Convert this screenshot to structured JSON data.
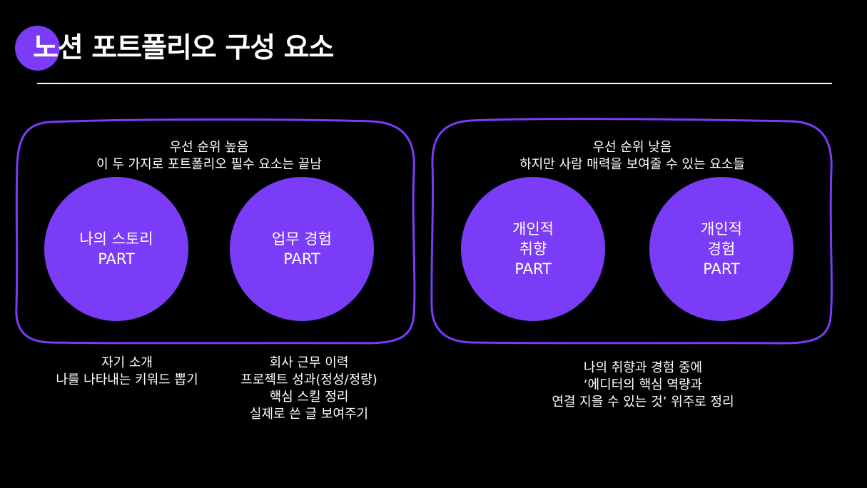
{
  "title": "노션 포트폴리오 구성 요소",
  "colors": {
    "accent": "#7a3cf6",
    "background": "#000000",
    "text": "#ffffff"
  },
  "groups": [
    {
      "heading_lines": [
        "우선 순위 높음",
        "이 두 가지로 포트폴리오 필수 요소는 끝남"
      ],
      "circles": [
        {
          "lines": [
            "나의 스토리",
            "PART"
          ]
        },
        {
          "lines": [
            "업무 경험",
            "PART"
          ]
        }
      ]
    },
    {
      "heading_lines": [
        "우선 순위 낮음",
        "하지만 사람 매력을 보여줄 수 있는 요소들"
      ],
      "circles": [
        {
          "lines": [
            "개인적",
            "취향",
            "PART"
          ]
        },
        {
          "lines": [
            "개인적",
            "경험",
            "PART"
          ]
        }
      ]
    }
  ],
  "captions": [
    {
      "lines": [
        "자기 소개",
        "나를 나타내는 키워드 뽑기"
      ]
    },
    {
      "lines": [
        "회사 근무 이력",
        "프로젝트 성과(정성/정량)",
        "핵심 스킬 정리",
        "실제로 쓴 글 보여주기"
      ]
    },
    {
      "lines": [
        "나의 취향과 경험 중에",
        "‘에디터의 핵심 역량과",
        "연결 지을 수 있는 것’ 위주로 정리"
      ]
    }
  ]
}
